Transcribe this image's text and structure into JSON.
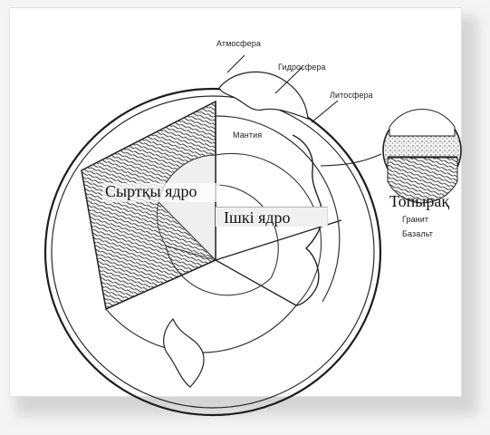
{
  "labels": {
    "atmosphere": "Атмосфера",
    "hydrosphere": "Гидросфера",
    "lithosphere": "Литосфера",
    "mantle": "Мантия",
    "outer_core": "Сыртқы ядро",
    "inner_core": "Ішкі ядро",
    "soil": "Топырақ",
    "granite": "Гранит",
    "basalt": "Базальт"
  }
}
